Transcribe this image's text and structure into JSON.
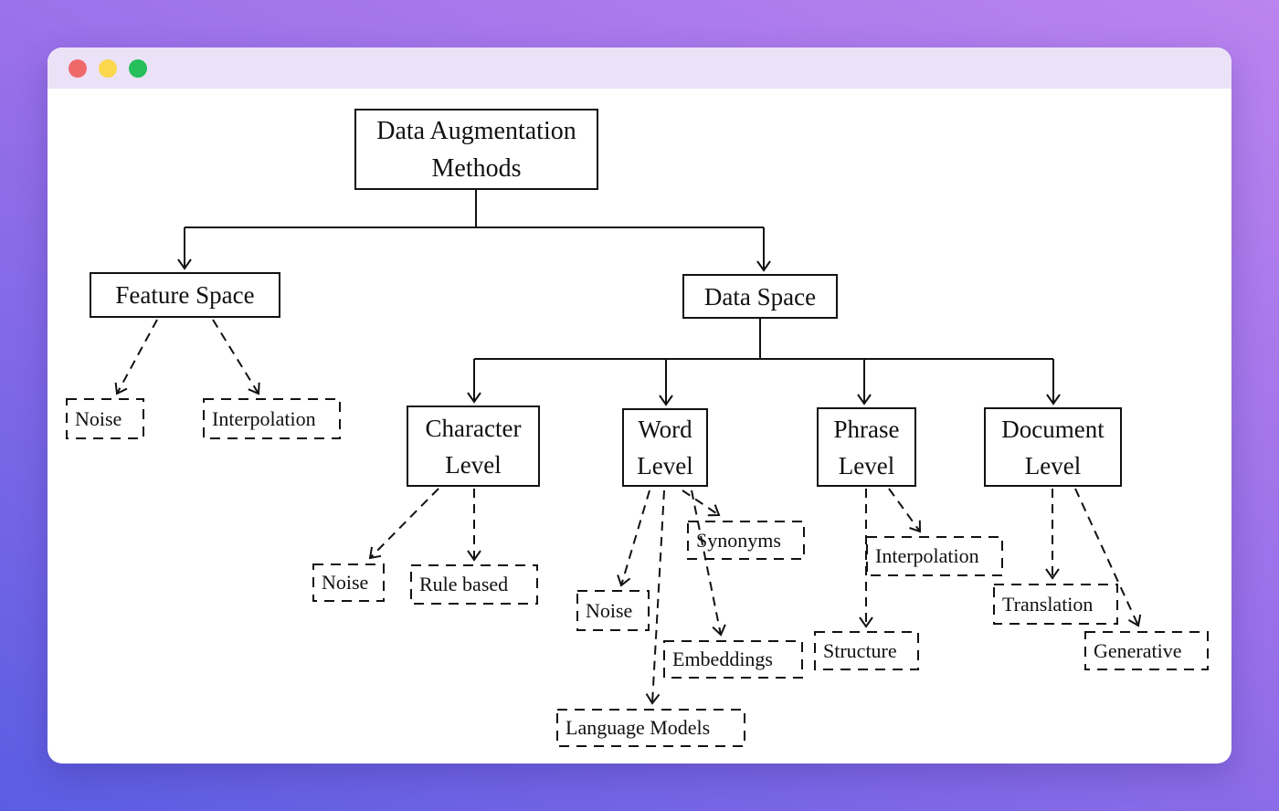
{
  "window": {
    "controls": [
      {
        "name": "close",
        "color": "#f0696a"
      },
      {
        "name": "minimize",
        "color": "#fad74d"
      },
      {
        "name": "maximize",
        "color": "#25bf5b"
      }
    ]
  },
  "diagram": {
    "nodes": {
      "root": {
        "label": "Data Augmentation Methods",
        "lines": [
          "Data Augmentation",
          "Methods"
        ],
        "style": "solid"
      },
      "feature_space": {
        "label": "Feature Space",
        "style": "solid"
      },
      "data_space": {
        "label": "Data Space",
        "style": "solid"
      },
      "fs_noise": {
        "label": "Noise",
        "style": "dashed"
      },
      "fs_interpolation": {
        "label": "Interpolation",
        "style": "dashed"
      },
      "character_level": {
        "label": "Character Level",
        "lines": [
          "Character",
          "Level"
        ],
        "style": "solid"
      },
      "word_level": {
        "label": "Word Level",
        "lines": [
          "Word",
          "Level"
        ],
        "style": "solid"
      },
      "phrase_level": {
        "label": "Phrase Level",
        "lines": [
          "Phrase",
          "Level"
        ],
        "style": "solid"
      },
      "document_level": {
        "label": "Document Level",
        "lines": [
          "Document",
          "Level"
        ],
        "style": "solid"
      },
      "ch_noise": {
        "label": "Noise",
        "style": "dashed"
      },
      "ch_rule_based": {
        "label": "Rule based",
        "style": "dashed"
      },
      "w_synonyms": {
        "label": "Synonyms",
        "style": "dashed"
      },
      "w_noise": {
        "label": "Noise",
        "style": "dashed"
      },
      "w_embeddings": {
        "label": "Embeddings",
        "style": "dashed"
      },
      "w_language_models": {
        "label": "Language Models",
        "style": "dashed"
      },
      "p_interpolation": {
        "label": "Interpolation",
        "style": "dashed"
      },
      "p_structure": {
        "label": "Structure",
        "style": "dashed"
      },
      "d_translation": {
        "label": "Translation",
        "style": "dashed"
      },
      "d_generative": {
        "label": "Generative",
        "style": "dashed"
      }
    },
    "edges": [
      {
        "from": "root",
        "to": "feature_space",
        "style": "solid"
      },
      {
        "from": "root",
        "to": "data_space",
        "style": "solid"
      },
      {
        "from": "feature_space",
        "to": "fs_noise",
        "style": "dashed"
      },
      {
        "from": "feature_space",
        "to": "fs_interpolation",
        "style": "dashed"
      },
      {
        "from": "data_space",
        "to": "character_level",
        "style": "solid"
      },
      {
        "from": "data_space",
        "to": "word_level",
        "style": "solid"
      },
      {
        "from": "data_space",
        "to": "phrase_level",
        "style": "solid"
      },
      {
        "from": "data_space",
        "to": "document_level",
        "style": "solid"
      },
      {
        "from": "character_level",
        "to": "ch_noise",
        "style": "dashed"
      },
      {
        "from": "character_level",
        "to": "ch_rule_based",
        "style": "dashed"
      },
      {
        "from": "word_level",
        "to": "w_synonyms",
        "style": "dashed"
      },
      {
        "from": "word_level",
        "to": "w_noise",
        "style": "dashed"
      },
      {
        "from": "word_level",
        "to": "w_embeddings",
        "style": "dashed"
      },
      {
        "from": "word_level",
        "to": "w_language_models",
        "style": "dashed"
      },
      {
        "from": "phrase_level",
        "to": "p_interpolation",
        "style": "dashed"
      },
      {
        "from": "phrase_level",
        "to": "p_structure",
        "style": "dashed"
      },
      {
        "from": "document_level",
        "to": "d_translation",
        "style": "dashed"
      },
      {
        "from": "document_level",
        "to": "d_generative",
        "style": "dashed"
      }
    ]
  }
}
